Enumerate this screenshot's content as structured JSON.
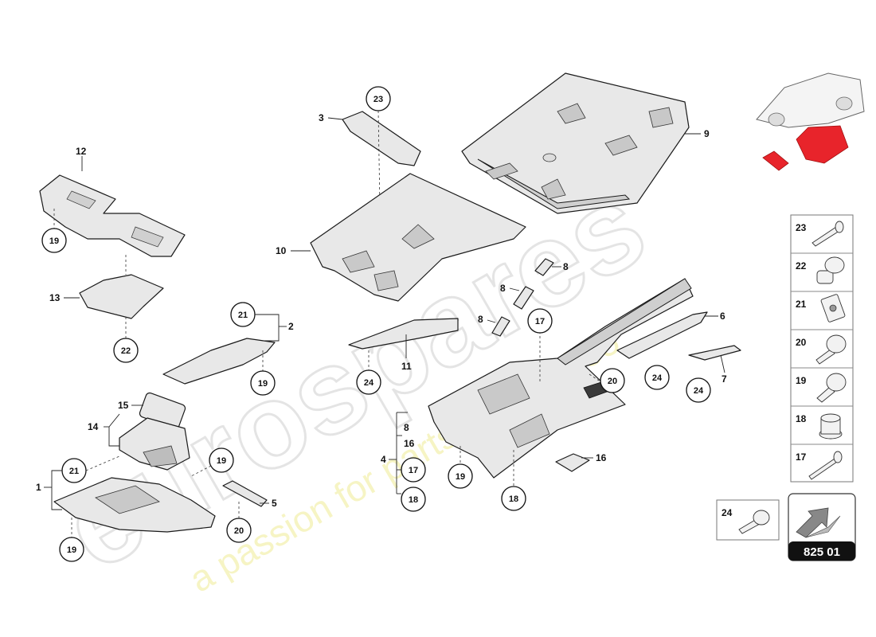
{
  "watermark": {
    "brand": "eurospares",
    "tagline": "a passion for parts since 1985"
  },
  "labels": {
    "p1": "1",
    "p2": "2",
    "p3": "3",
    "p4": "4",
    "p5": "5",
    "p6": "6",
    "p7": "7",
    "p8a": "8",
    "p8b": "8",
    "p8c": "8",
    "p8d": "8",
    "p9": "9",
    "p10": "10",
    "p11": "11",
    "p12": "12",
    "p13": "13",
    "p14": "14",
    "p15": "15",
    "p16a": "16",
    "p16b": "16"
  },
  "callouts": {
    "c23_top": "23",
    "c19_a": "19",
    "c19_b": "19",
    "c19_c": "19",
    "c19_d": "19",
    "c19_e": "19",
    "c22": "22",
    "c21_a": "21",
    "c21_b": "21",
    "c24_a": "24",
    "c24_b": "24",
    "c24_c": "24",
    "c17_a": "17",
    "c17_b": "17",
    "c20_a": "20",
    "c20_b": "20",
    "c18_a": "18",
    "c18_b": "18"
  },
  "legend": {
    "items": [
      "23",
      "22",
      "21",
      "20",
      "19",
      "18",
      "17"
    ],
    "extra": "24"
  },
  "diagram_code": "825 01",
  "colors": {
    "highlight": "#e8242b",
    "watermark": "#d8d8d8",
    "tagline": "#f0ee9a"
  }
}
